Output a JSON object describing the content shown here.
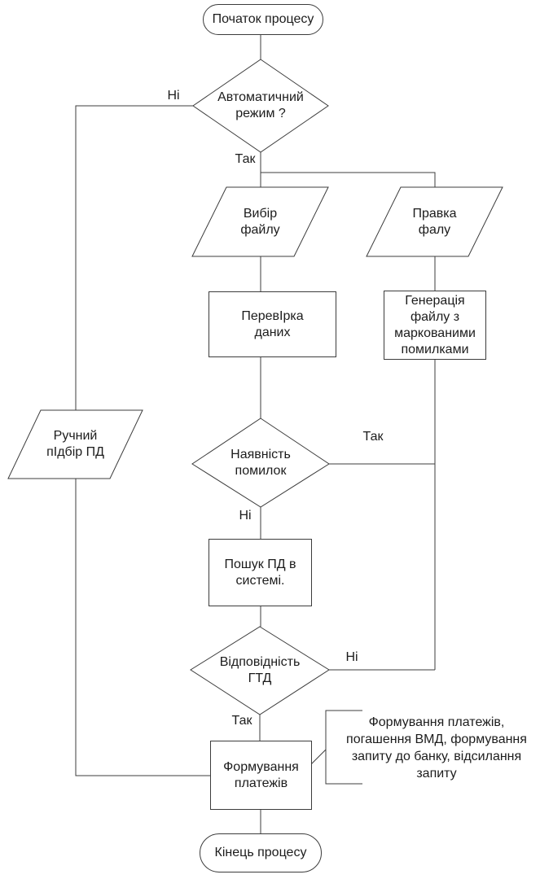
{
  "colors": {
    "background": "#ffffff",
    "stroke": "#3c3c3c",
    "text": "#1c1c1c"
  },
  "nodes": {
    "start": {
      "type": "terminator",
      "label": "Початок процесу"
    },
    "auto_mode": {
      "type": "decision",
      "label": "Автоматичний\nрежим ?"
    },
    "file_select": {
      "type": "input-output",
      "label": "Вибір\nфайлу"
    },
    "file_fix": {
      "type": "input-output",
      "label": "Правка\nфалу"
    },
    "data_check": {
      "type": "process",
      "label": "ПеревІрка\nданих"
    },
    "generate_marked_file": {
      "type": "process",
      "label": "Генерація\nфайлу з\nмаркованими\nпомилками"
    },
    "errors_exist": {
      "type": "decision",
      "label": "Наявність\nпомилок"
    },
    "search_pd": {
      "type": "process",
      "label": "Пошук ПД в\nсистемі."
    },
    "gtd_match": {
      "type": "decision",
      "label": "Відповідність\nГТД"
    },
    "manual_pd": {
      "type": "input-output",
      "label": "Ручний\nпІдбір ПД"
    },
    "form_payments": {
      "type": "process",
      "label": "Формування\nплатежів"
    },
    "end": {
      "type": "terminator",
      "label": "Кінець процесу"
    }
  },
  "edge_labels": {
    "auto_no": "Ні",
    "auto_yes": "Так",
    "errors_yes": "Так",
    "errors_no": "Ні",
    "gtd_no": "Ні",
    "gtd_yes": "Так"
  },
  "annotation": {
    "text": "Формування платежів,\nпогашення ВМД, формування\nзапиту до банку, відсилання\nзапиту"
  }
}
